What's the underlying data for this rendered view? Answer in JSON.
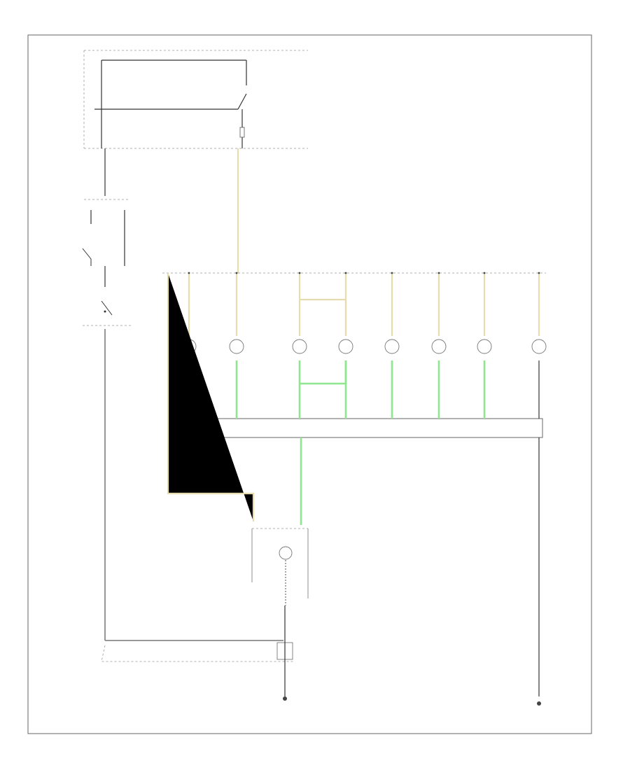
{
  "title": "",
  "wire_colors": {
    "black": "#333333",
    "gray": "#8a8a8a",
    "tan": "#e6dcb0",
    "green": "#8ee68e"
  },
  "bulbs": [
    {
      "label": "",
      "col": 0
    },
    {
      "label": "",
      "col": 1
    },
    {
      "label": "",
      "col": 2
    },
    {
      "label": "",
      "col": 3
    },
    {
      "label": "",
      "col": 4
    },
    {
      "label": "",
      "col": 5
    },
    {
      "label": "",
      "col": 6
    },
    {
      "label": "",
      "col": 7
    }
  ],
  "footer_code": ""
}
